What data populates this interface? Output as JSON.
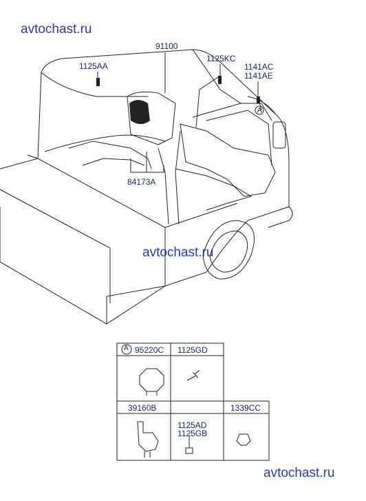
{
  "watermarks": [
    "avtochast.ru",
    "avtochast.ru",
    "avtochast.ru"
  ],
  "callouts": {
    "p91100": "91100",
    "p1125kc": "1125KC",
    "p1125aa": "1125AA",
    "p1141ac": "1141AC",
    "p1141ae": "1141AE",
    "ref_a": "A",
    "p84173a": "84173A"
  },
  "parts_table": {
    "a_marker": "A",
    "r1c1": "95220C",
    "r1c2": "1125GD",
    "r2c1": "39160B",
    "r2c2_line1": "1125AD",
    "r2c2_line2": "1125GB",
    "r2c3": "1339CC"
  }
}
